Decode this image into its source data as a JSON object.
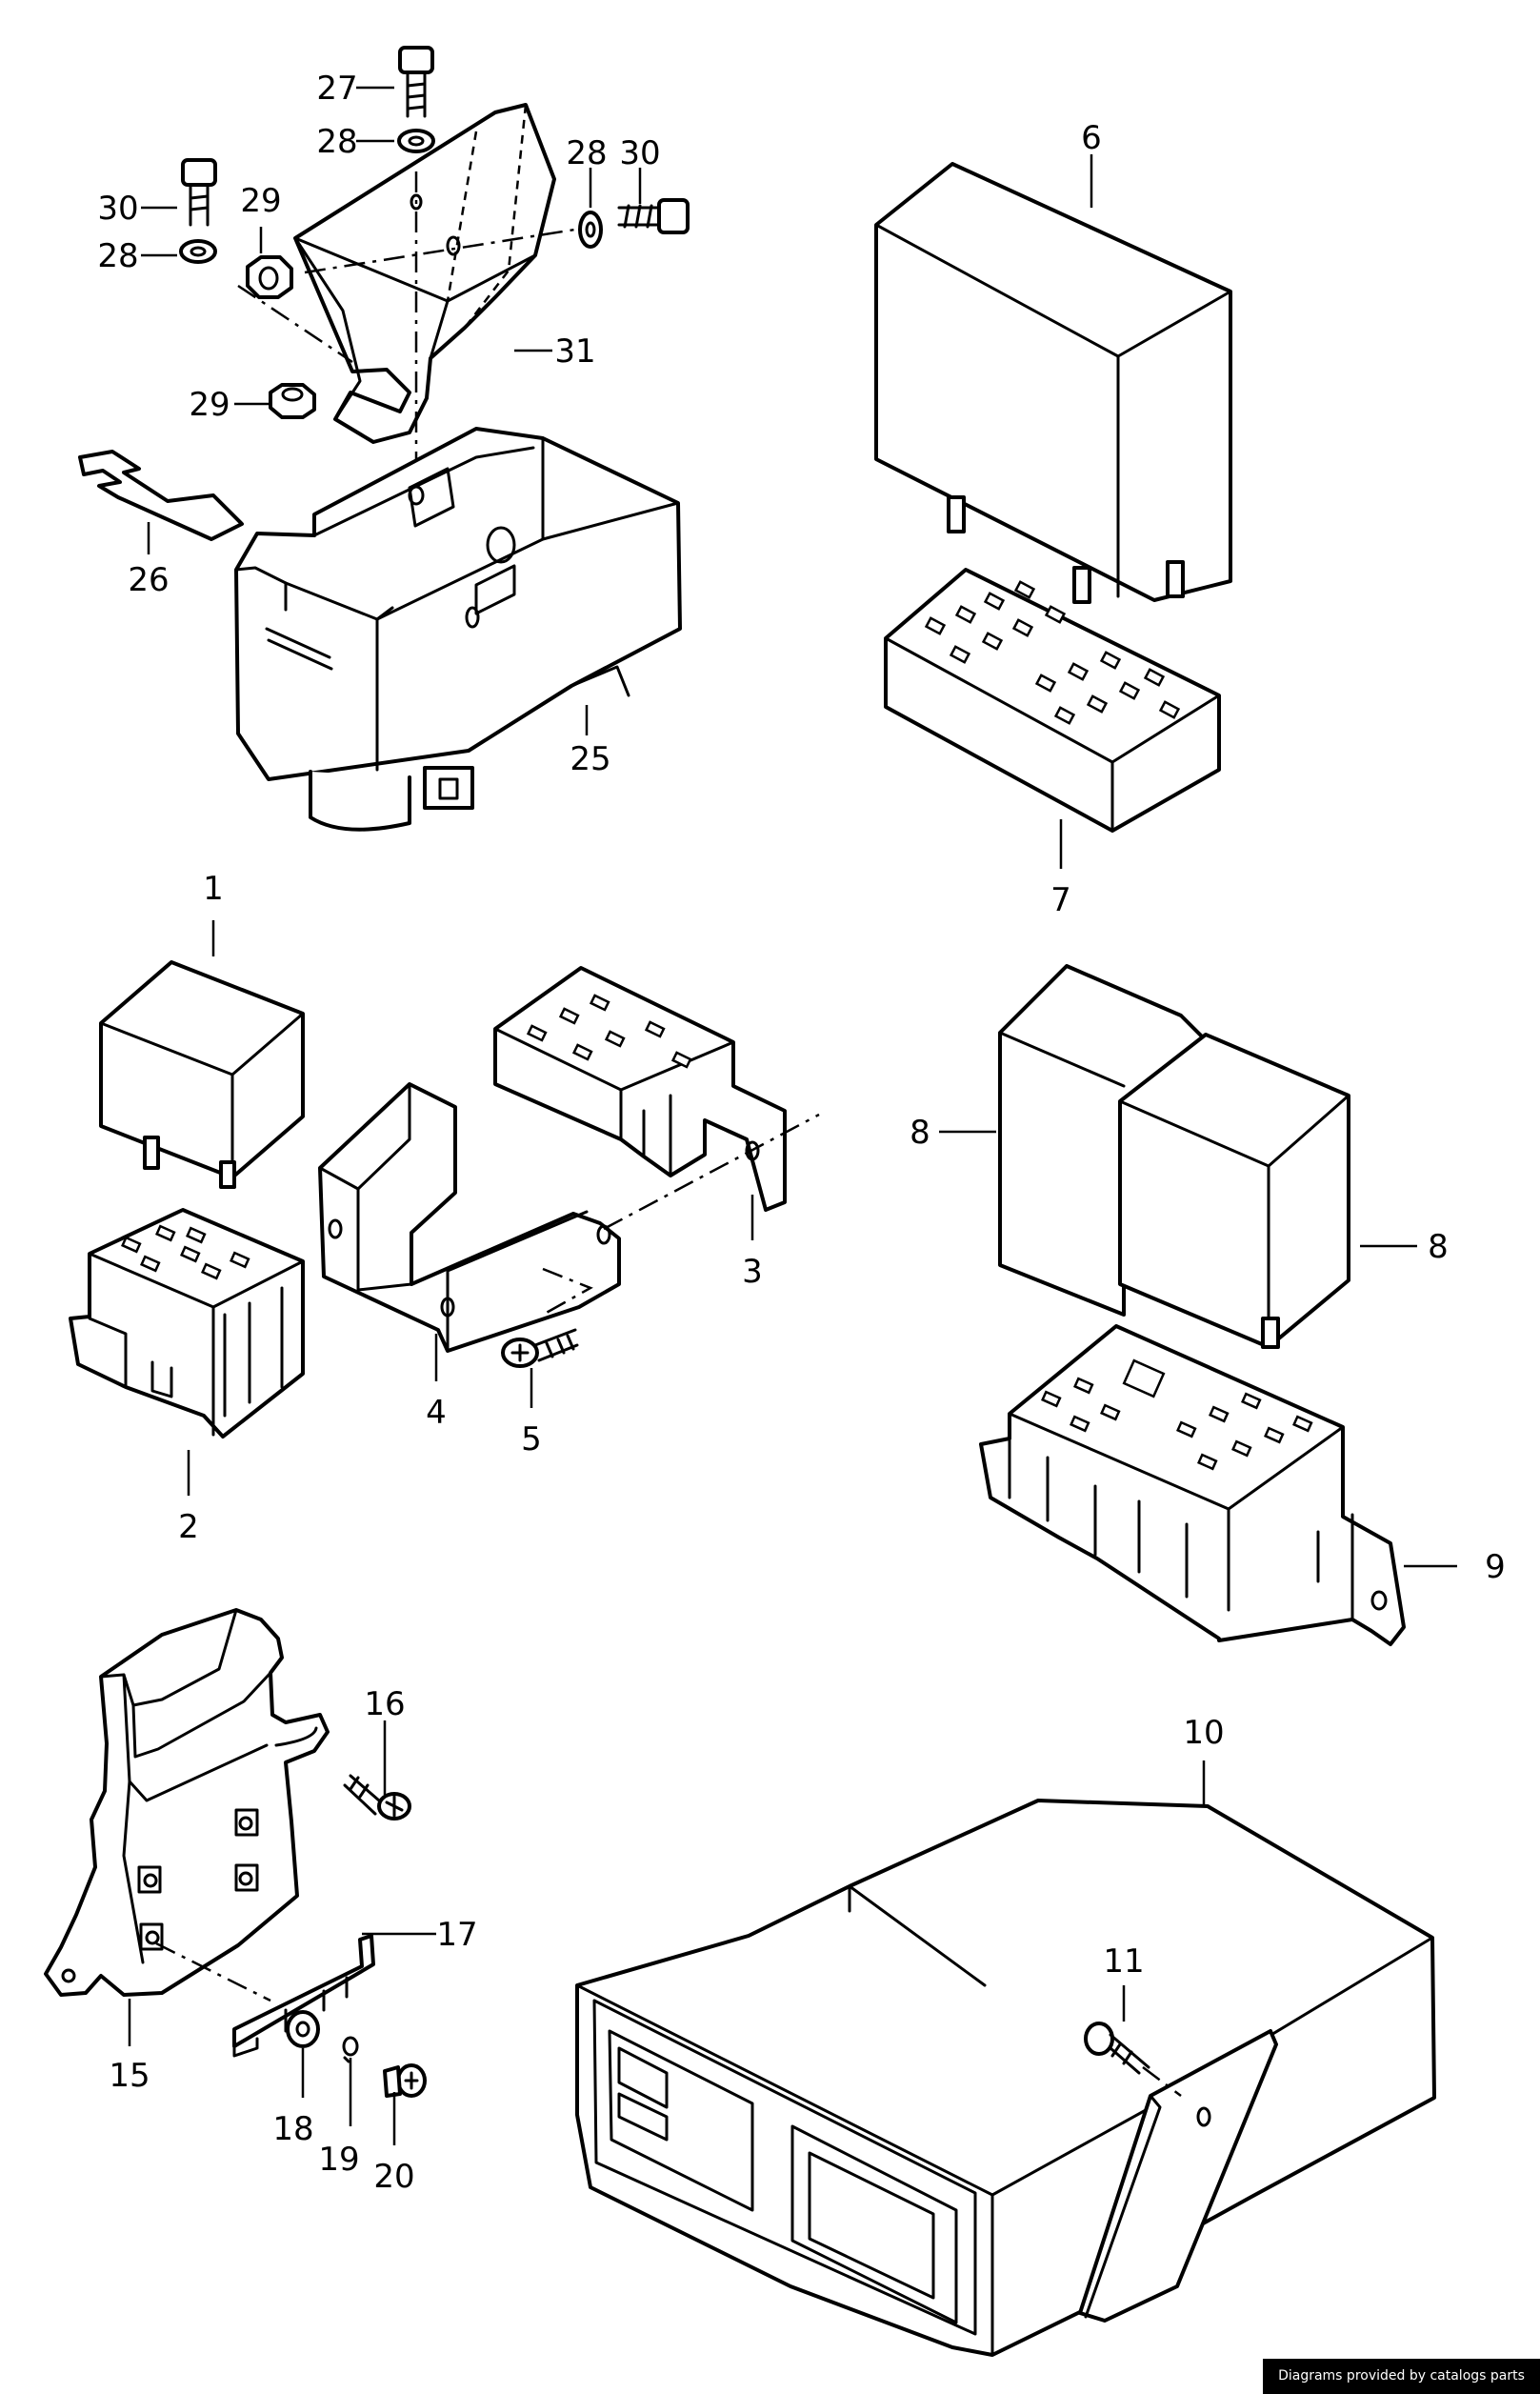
{
  "callouts": {
    "p1": "1",
    "p2": "2",
    "p3": "3",
    "p4": "4",
    "p5": "5",
    "p6": "6",
    "p7": "7",
    "p8a": "8",
    "p8b": "8",
    "p9": "9",
    "p10": "10",
    "p11": "11",
    "p15": "15",
    "p16": "16",
    "p17": "17",
    "p18": "18",
    "p19": "19",
    "p20": "20",
    "p25": "25",
    "p26": "26",
    "p27": "27",
    "p28a": "28",
    "p28b": "28",
    "p28c": "28",
    "p29a": "29",
    "p29b": "29",
    "p30a": "30",
    "p30b": "30",
    "p31": "31"
  },
  "credit": "Diagrams provided by catalogs parts"
}
